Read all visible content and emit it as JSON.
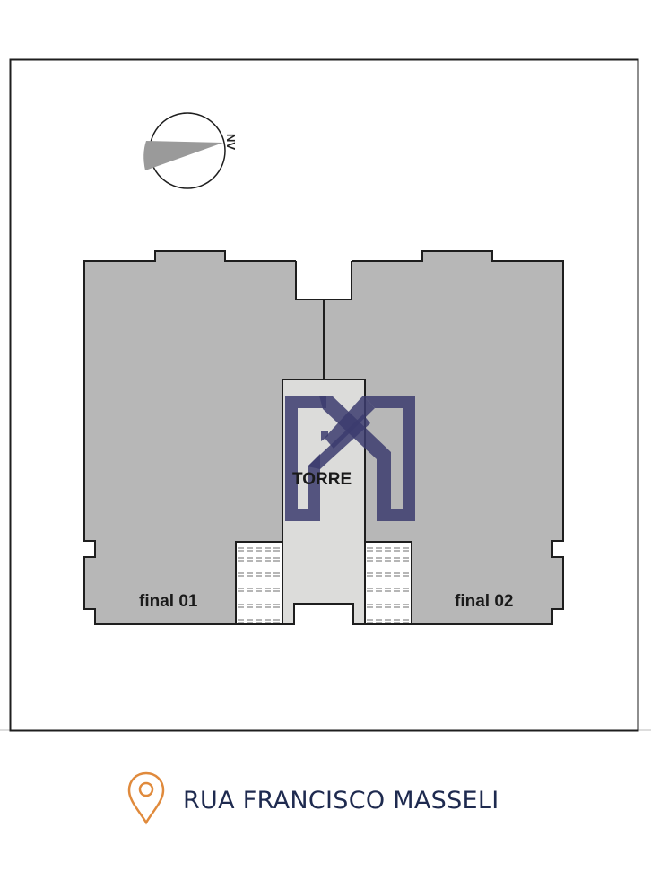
{
  "plan": {
    "north_label": "NV",
    "units": [
      {
        "id": "unit-final-01",
        "label": "final 01"
      },
      {
        "id": "unit-final-02",
        "label": "final 02"
      }
    ],
    "tower_label": "TORRE"
  },
  "address": {
    "icon": "map-pin-icon",
    "text": "RUA FRANCISCO MASSELI"
  },
  "colors": {
    "building_fill": "#b7b7b7",
    "tower_fill": "#dcdcda",
    "outline": "#1e1e1e",
    "logo": "#3c3c6e",
    "pin_accent": "#e08a3c",
    "address_text": "#1e2a4f"
  }
}
